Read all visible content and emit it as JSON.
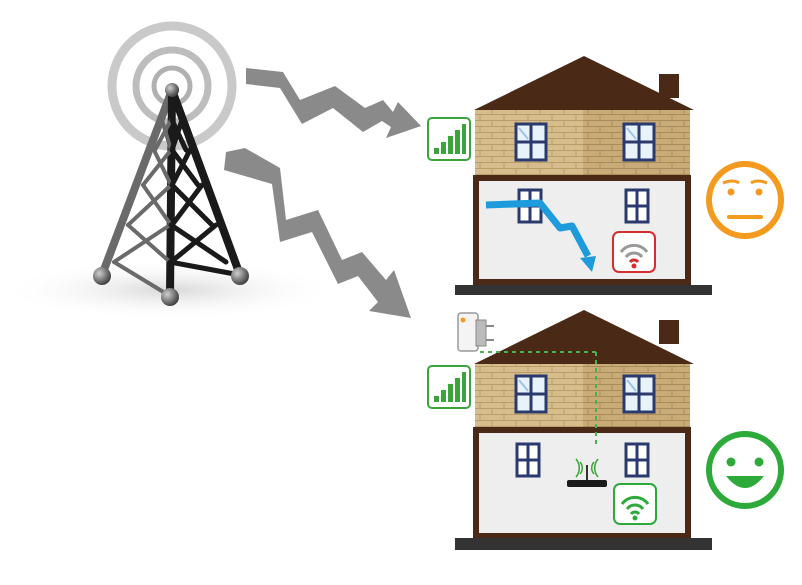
{
  "colors": {
    "background": "#ffffff",
    "roof": "#4a2a17",
    "brick_light": "#d8bd8c",
    "brick_shade": "#c7ab78",
    "wall_outline": "#4a2a17",
    "interior": "#eeeeee",
    "floor": "#333333",
    "window_frame": "#2a3a6e",
    "window_glass": "#e8f2fb",
    "signal_green": "#3aa33a",
    "arrow_gray": "#8a8a8a",
    "wall_penetration_arrow": "#1e9bdc",
    "wifi_bad": "#d32f2f",
    "wifi_gray": "#999999",
    "wifi_good": "#2eaa3a",
    "face_neutral": "#f39a1f",
    "face_happy": "#2eaa3a",
    "tower_dark": "#1a1a1a",
    "tower_gray": "#6a6a6a",
    "tower_ring": "#bdbdbd",
    "ground_shadow": "#e8e8e8",
    "booster_dots": "#4caf50"
  },
  "icons": {
    "tower": "cell-tower-icon",
    "signal_bars": "signal-bars-icon",
    "wifi": "wifi-icon",
    "neutral_face": "neutral-face-icon",
    "happy_face": "smiley-face-icon",
    "outdoor_antenna": "outdoor-antenna-icon",
    "indoor_router": "indoor-router-icon"
  },
  "scenes": [
    {
      "name": "without-booster",
      "signal_level": 1.0,
      "indoor_wifi": "bad",
      "mood": "neutral"
    },
    {
      "name": "with-booster",
      "signal_level": 1.0,
      "indoor_wifi": "good",
      "mood": "happy"
    }
  ]
}
